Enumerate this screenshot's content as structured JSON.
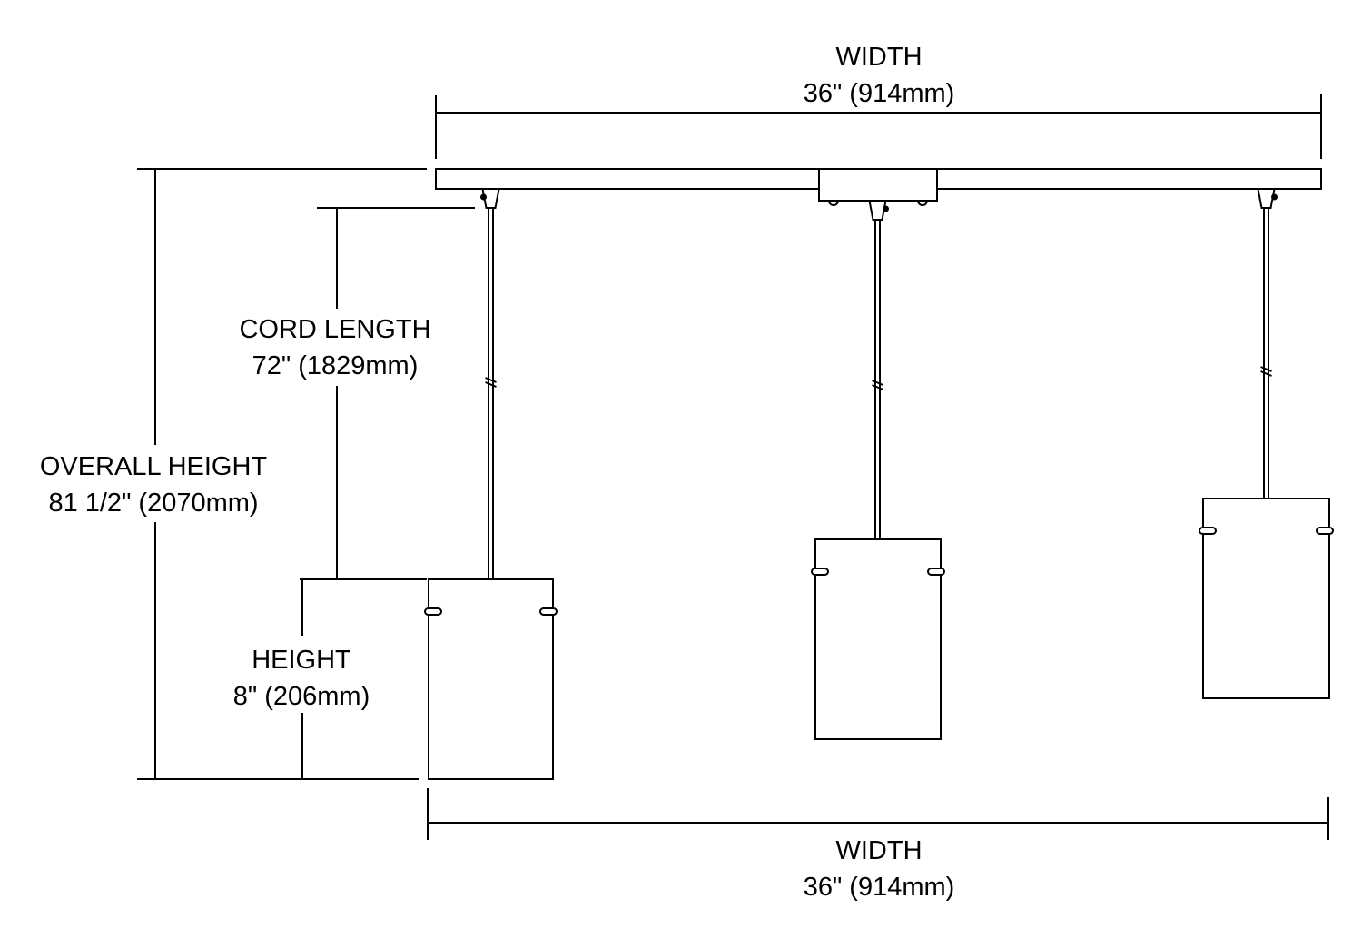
{
  "colors": {
    "line": "#000000",
    "background": "#ffffff"
  },
  "labels": {
    "top_width": {
      "title": "WIDTH",
      "value": "36\" (914mm)"
    },
    "bottom_width": {
      "title": "WIDTH",
      "value": "36\" (914mm)"
    },
    "overall_height": {
      "title": "OVERALL HEIGHT",
      "value": "81 1/2\" (2070mm)"
    },
    "cord_length": {
      "title": "CORD LENGTH",
      "value": "72\" (1829mm)"
    },
    "shade_height": {
      "title": "HEIGHT",
      "value": "8\" (206mm)"
    }
  }
}
